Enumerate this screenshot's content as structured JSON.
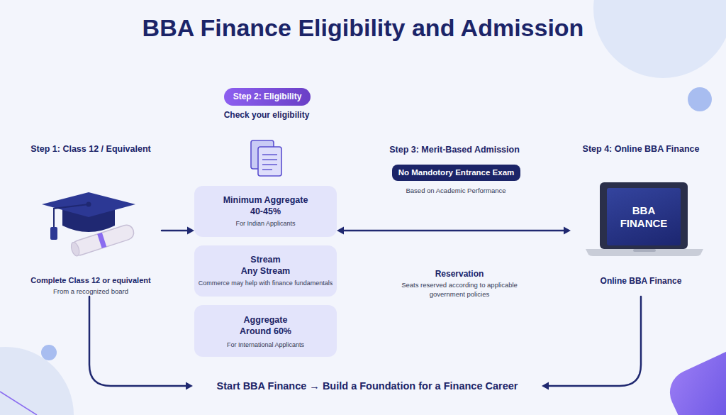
{
  "diagram": {
    "title": "BBA Finance Eligibility and Admission",
    "nodes": [
      {
        "text": [
          "Step 1: Class 12 / Equivalent",
          "Complete Class 12 or equivalent",
          "From a recognized board"
        ]
      },
      {
        "text": [
          "Step 2: Eligibility"
        ]
      },
      {
        "text": [
          "Minimum Aggregate",
          "40-45%",
          "For Indian Applicants"
        ]
      },
      {
        "text": [
          "Stream",
          "Any Stream",
          "Commerce may help with finance fundamentals"
        ]
      },
      {
        "text": [
          "Aggregate",
          "Around 60%",
          "For International Applicants"
        ]
      },
      {
        "text": [
          "No Mandotory Entrance Exam"
        ]
      },
      {
        "text": [
          "Step 4: Online BBA Finance",
          "Online BBA Finance"
        ]
      },
      {
        "text": [
          "BBA FINANCE"
        ],
        "in": 6
      },
      {
        "text": [
          "Start BBA Finance → Build a Foundation for a Finance Career"
        ]
      }
    ],
    "edges": [
      {
        "from": 0,
        "to": 2,
        "arrow": "to"
      },
      {
        "from": 2,
        "to": 6,
        "arrow": "both"
      },
      {
        "from": 0,
        "to": 8,
        "arrow": "to"
      },
      {
        "from": 6,
        "to": 8,
        "arrow": "to"
      }
    ],
    "labels": [
      "Check your eligibility",
      "Step 3: Merit-Based Admission",
      "Based on Academic Performance",
      "Reservation",
      "Seats reserved according to applicable government policies"
    ]
  }
}
